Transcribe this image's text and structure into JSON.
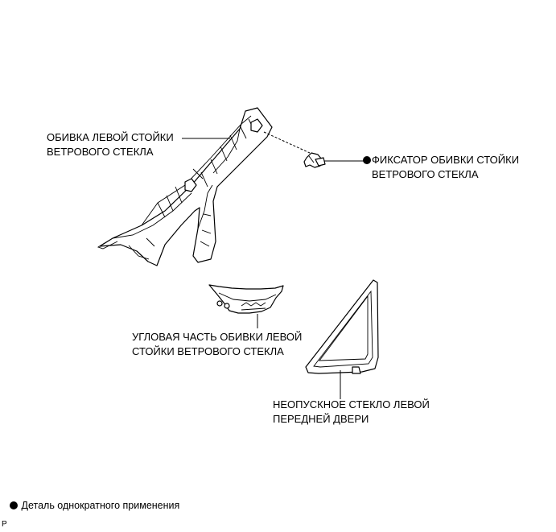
{
  "labels": {
    "pillar_garnish_line1": "ОБИВКА ЛЕВОЙ СТОЙКИ",
    "pillar_garnish_line2": "ВЕТРОВОГО СТЕКЛА",
    "clip_line1": "ФИКСАТОР ОБИВКИ СТОЙКИ",
    "clip_line2": "ВЕТРОВОГО СТЕКЛА",
    "corner_line1": "УГЛОВАЯ ЧАСТЬ ОБИВКИ ЛЕВОЙ",
    "corner_line2": "СТОЙКИ ВЕТРОВОГО СТЕКЛА",
    "glass_line1": "НЕОПУСКНОЕ СТЕКЛО ЛЕВОЙ",
    "glass_line2": "ПЕРЕДНЕЙ ДВЕРИ"
  },
  "legend": {
    "text": "Деталь однократного применения"
  },
  "footer_code": "P",
  "icons": [
    "non-reusable-part-dot-icon"
  ]
}
